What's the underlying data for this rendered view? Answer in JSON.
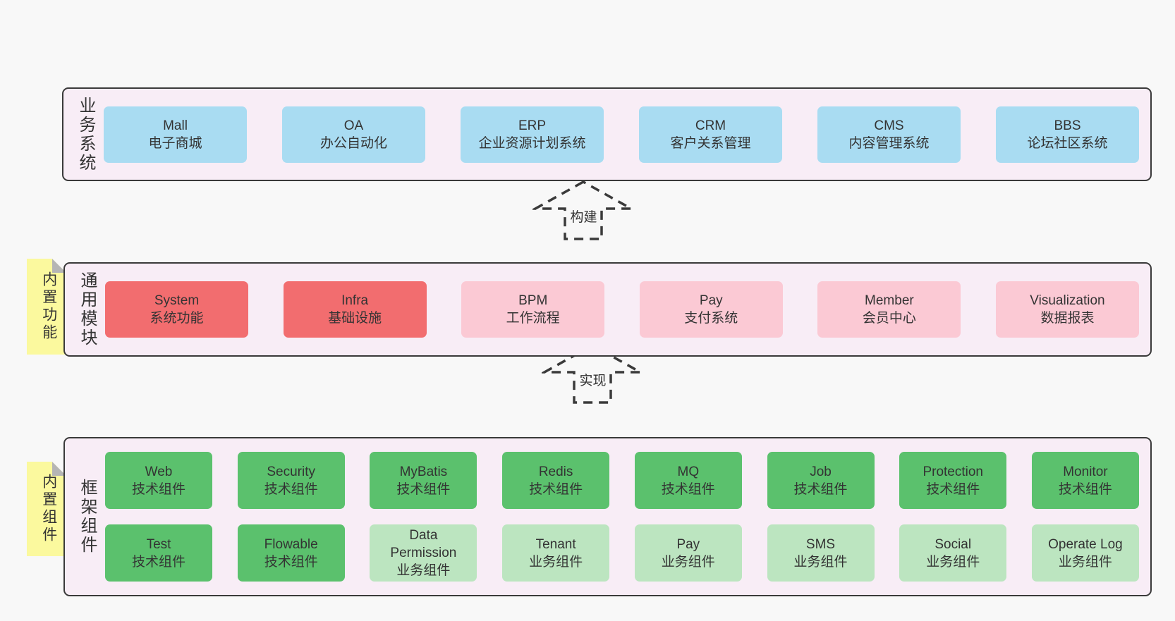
{
  "colors": {
    "page_bg": "#f8f8f8",
    "band_bg": "#f8edf6",
    "band_border": "#3a3a3a",
    "blue_box": "#a9dcf2",
    "red_box": "#f26d6f",
    "pink_box": "#fbc9d4",
    "green_box": "#5bc16d",
    "lightgreen_box": "#bce5c0",
    "tag_yellow": "#fbf99e",
    "tag_fold_gray": "#b5b5b5",
    "text": "#333333"
  },
  "bands": [
    {
      "id": "business-systems",
      "label": "业务系统",
      "tag": null,
      "rows": [
        [
          {
            "en": "Mall",
            "zh": "电子商城",
            "variant": "blue"
          },
          {
            "en": "OA",
            "zh": "办公自动化",
            "variant": "blue"
          },
          {
            "en": "ERP",
            "zh": "企业资源计划系统",
            "variant": "blue"
          },
          {
            "en": "CRM",
            "zh": "客户关系管理",
            "variant": "blue"
          },
          {
            "en": "CMS",
            "zh": "内容管理系统",
            "variant": "blue"
          },
          {
            "en": "BBS",
            "zh": "论坛社区系统",
            "variant": "blue"
          }
        ]
      ]
    },
    {
      "id": "common-modules",
      "label": "通用模块",
      "tag": "内置功能",
      "rows": [
        [
          {
            "en": "System",
            "zh": "系统功能",
            "variant": "red"
          },
          {
            "en": "Infra",
            "zh": "基础设施",
            "variant": "red"
          },
          {
            "en": "BPM",
            "zh": "工作流程",
            "variant": "pink"
          },
          {
            "en": "Pay",
            "zh": "支付系统",
            "variant": "pink"
          },
          {
            "en": "Member",
            "zh": "会员中心",
            "variant": "pink"
          },
          {
            "en": "Visualization",
            "zh": "数据报表",
            "variant": "pink"
          }
        ]
      ]
    },
    {
      "id": "framework-components",
      "label": "框架组件",
      "tag": "内置组件",
      "rows": [
        [
          {
            "en": "Web",
            "zh": "技术组件",
            "variant": "green"
          },
          {
            "en": "Security",
            "zh": "技术组件",
            "variant": "green"
          },
          {
            "en": "MyBatis",
            "zh": "技术组件",
            "variant": "green"
          },
          {
            "en": "Redis",
            "zh": "技术组件",
            "variant": "green"
          },
          {
            "en": "MQ",
            "zh": "技术组件",
            "variant": "green"
          },
          {
            "en": "Job",
            "zh": "技术组件",
            "variant": "green"
          },
          {
            "en": "Protection",
            "zh": "技术组件",
            "variant": "green"
          },
          {
            "en": "Monitor",
            "zh": "技术组件",
            "variant": "green"
          }
        ],
        [
          {
            "en": "Test",
            "zh": "技术组件",
            "variant": "green"
          },
          {
            "en": "Flowable",
            "zh": "技术组件",
            "variant": "green"
          },
          {
            "en": "Data Permission",
            "zh": "业务组件",
            "variant": "lightgreen"
          },
          {
            "en": "Tenant",
            "zh": "业务组件",
            "variant": "lightgreen"
          },
          {
            "en": "Pay",
            "zh": "业务组件",
            "variant": "lightgreen"
          },
          {
            "en": "SMS",
            "zh": "业务组件",
            "variant": "lightgreen"
          },
          {
            "en": "Social",
            "zh": "业务组件",
            "variant": "lightgreen"
          },
          {
            "en": "Operate Log",
            "zh": "业务组件",
            "variant": "lightgreen"
          }
        ]
      ]
    }
  ],
  "arrows": [
    {
      "label": "构建"
    },
    {
      "label": "实现"
    }
  ]
}
